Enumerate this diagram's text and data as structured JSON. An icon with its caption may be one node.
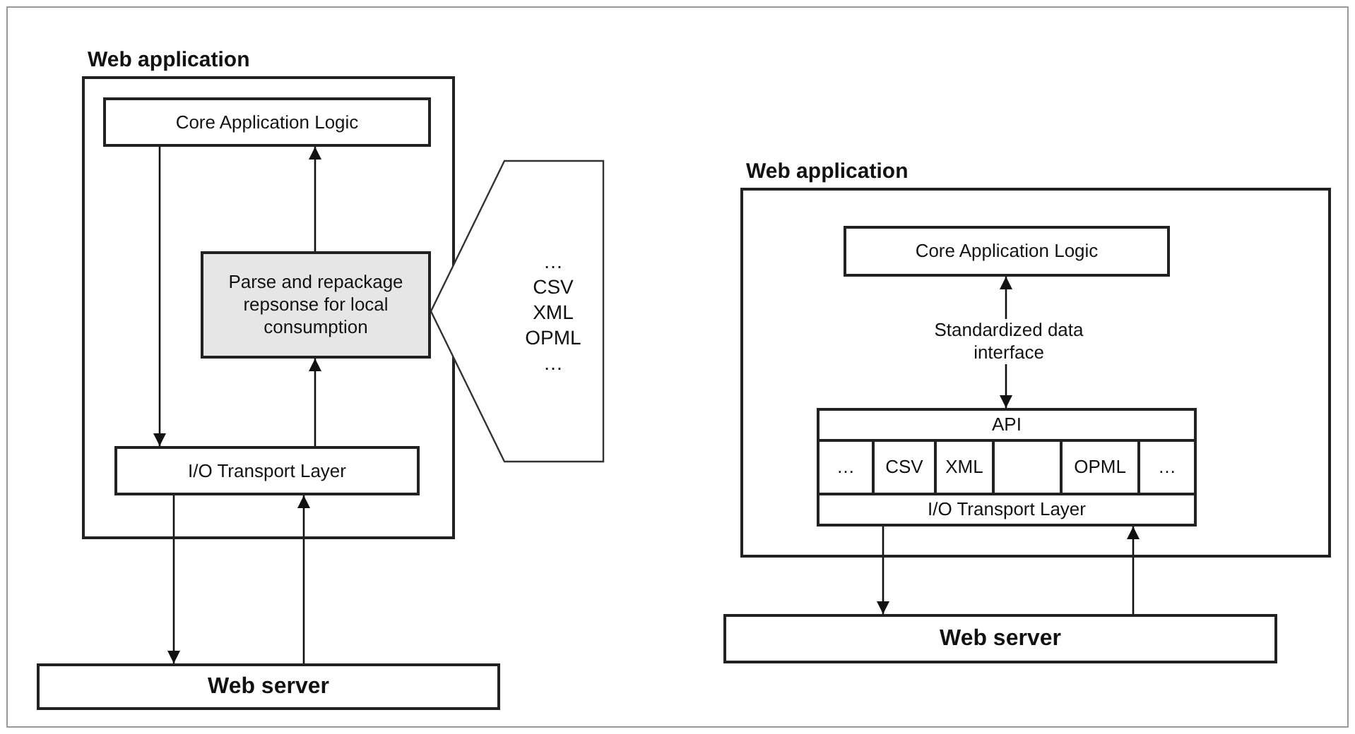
{
  "diagram": {
    "nodes": [
      {
        "text": [
          "Web application"
        ]
      },
      {
        "text": [
          "Core Application Logic"
        ],
        "in": 0
      },
      {
        "text": [
          "Parse and repackage repsonse for local consumption"
        ],
        "in": 0
      },
      {
        "text": [
          "I/O Transport Layer"
        ],
        "in": 0
      },
      {
        "text": [
          "…",
          "CSV",
          "XML",
          "OPML",
          "…"
        ]
      },
      {
        "text": [
          "Web server"
        ]
      },
      {
        "text": [
          "Web application"
        ]
      },
      {
        "text": [
          "Core Application Logic"
        ],
        "in": 6
      },
      {
        "text": [
          "API"
        ],
        "in": 6
      },
      {
        "text": [
          "…"
        ],
        "in": 6
      },
      {
        "text": [
          "CSV"
        ],
        "in": 6
      },
      {
        "text": [
          "XML"
        ],
        "in": 6
      },
      {
        "text": [],
        "shape": "box",
        "in": 6
      },
      {
        "text": [
          "OPML"
        ],
        "in": 6
      },
      {
        "text": [
          "…"
        ],
        "in": 6
      },
      {
        "text": [
          "I/O Transport Layer"
        ],
        "in": 6
      },
      {
        "text": [
          "Web server"
        ]
      }
    ],
    "edges": [
      {
        "from": 1,
        "to": 3,
        "arrow": "to"
      },
      {
        "from": 2,
        "to": 1,
        "arrow": "to"
      },
      {
        "from": 3,
        "to": 2,
        "arrow": "to"
      },
      {
        "from": 3,
        "to": 5,
        "arrow": "to"
      },
      {
        "from": 5,
        "to": 3,
        "arrow": "to"
      },
      {
        "from": 8,
        "to": 7,
        "arrow": "both",
        "label": "Standardized data interface"
      },
      {
        "from": 15,
        "to": 16,
        "arrow": "to"
      },
      {
        "from": 16,
        "to": 15,
        "arrow": "to"
      }
    ]
  }
}
